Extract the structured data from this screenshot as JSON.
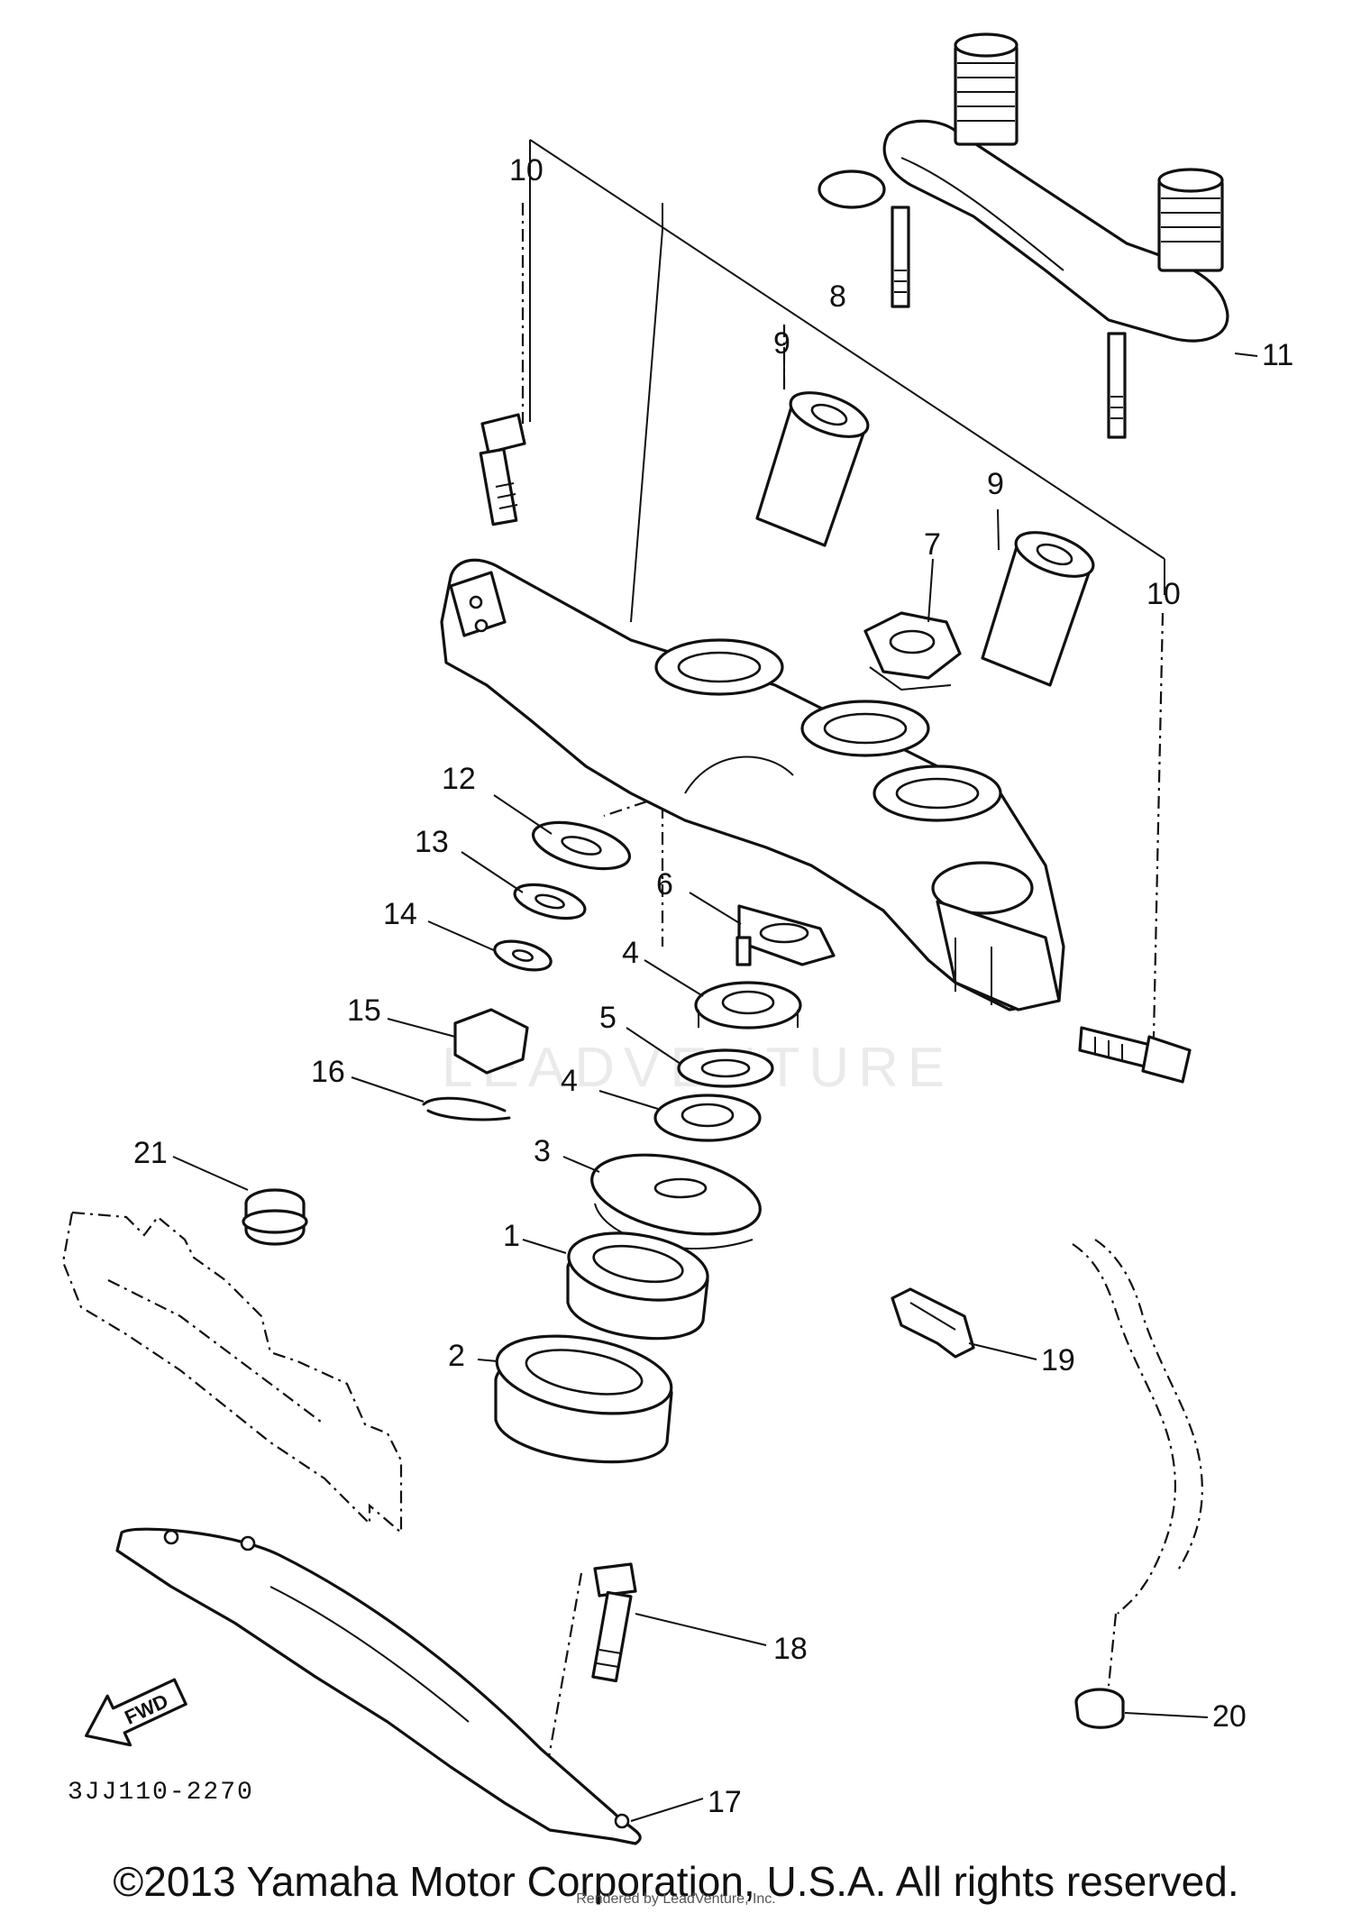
{
  "diagram_code": "3JJ110-2270",
  "fwd_label": "FWD",
  "watermark": "LEADVENTURE",
  "copyright": "©2013 Yamaha Motor Corporation, U.S.A. All rights reserved.",
  "credit": "Rendered by LeadVenture, Inc.",
  "callouts": [
    "10",
    "8",
    "9",
    "9",
    "10",
    "11",
    "7",
    "12",
    "13",
    "14",
    "6",
    "4",
    "5",
    "15",
    "16",
    "4",
    "3",
    "21",
    "1",
    "2",
    "19",
    "18",
    "20",
    "17"
  ]
}
